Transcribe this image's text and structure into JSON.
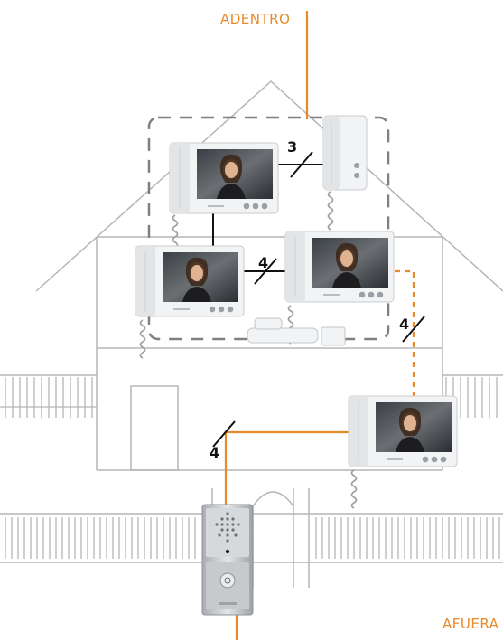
{
  "labels": {
    "inside": "ADENTRO",
    "outside": "AFUERA"
  },
  "wire_counts": {
    "top_link": "3",
    "middle_link": "4",
    "side_link": "4",
    "door_link": "4"
  },
  "colors": {
    "accent_orange": "#e8892b",
    "house_line": "#b5b5b5",
    "dashed_zone": "#808080",
    "wire_black": "#111111",
    "monitor_body": "#f2f3f4",
    "panel_body": "#c9ccd0"
  },
  "icons": {
    "monitor": "video-intercom-monitor-icon",
    "handset": "audio-handset-icon",
    "door_panel": "door-entry-panel-icon",
    "phone": "desk-phone-icon"
  }
}
